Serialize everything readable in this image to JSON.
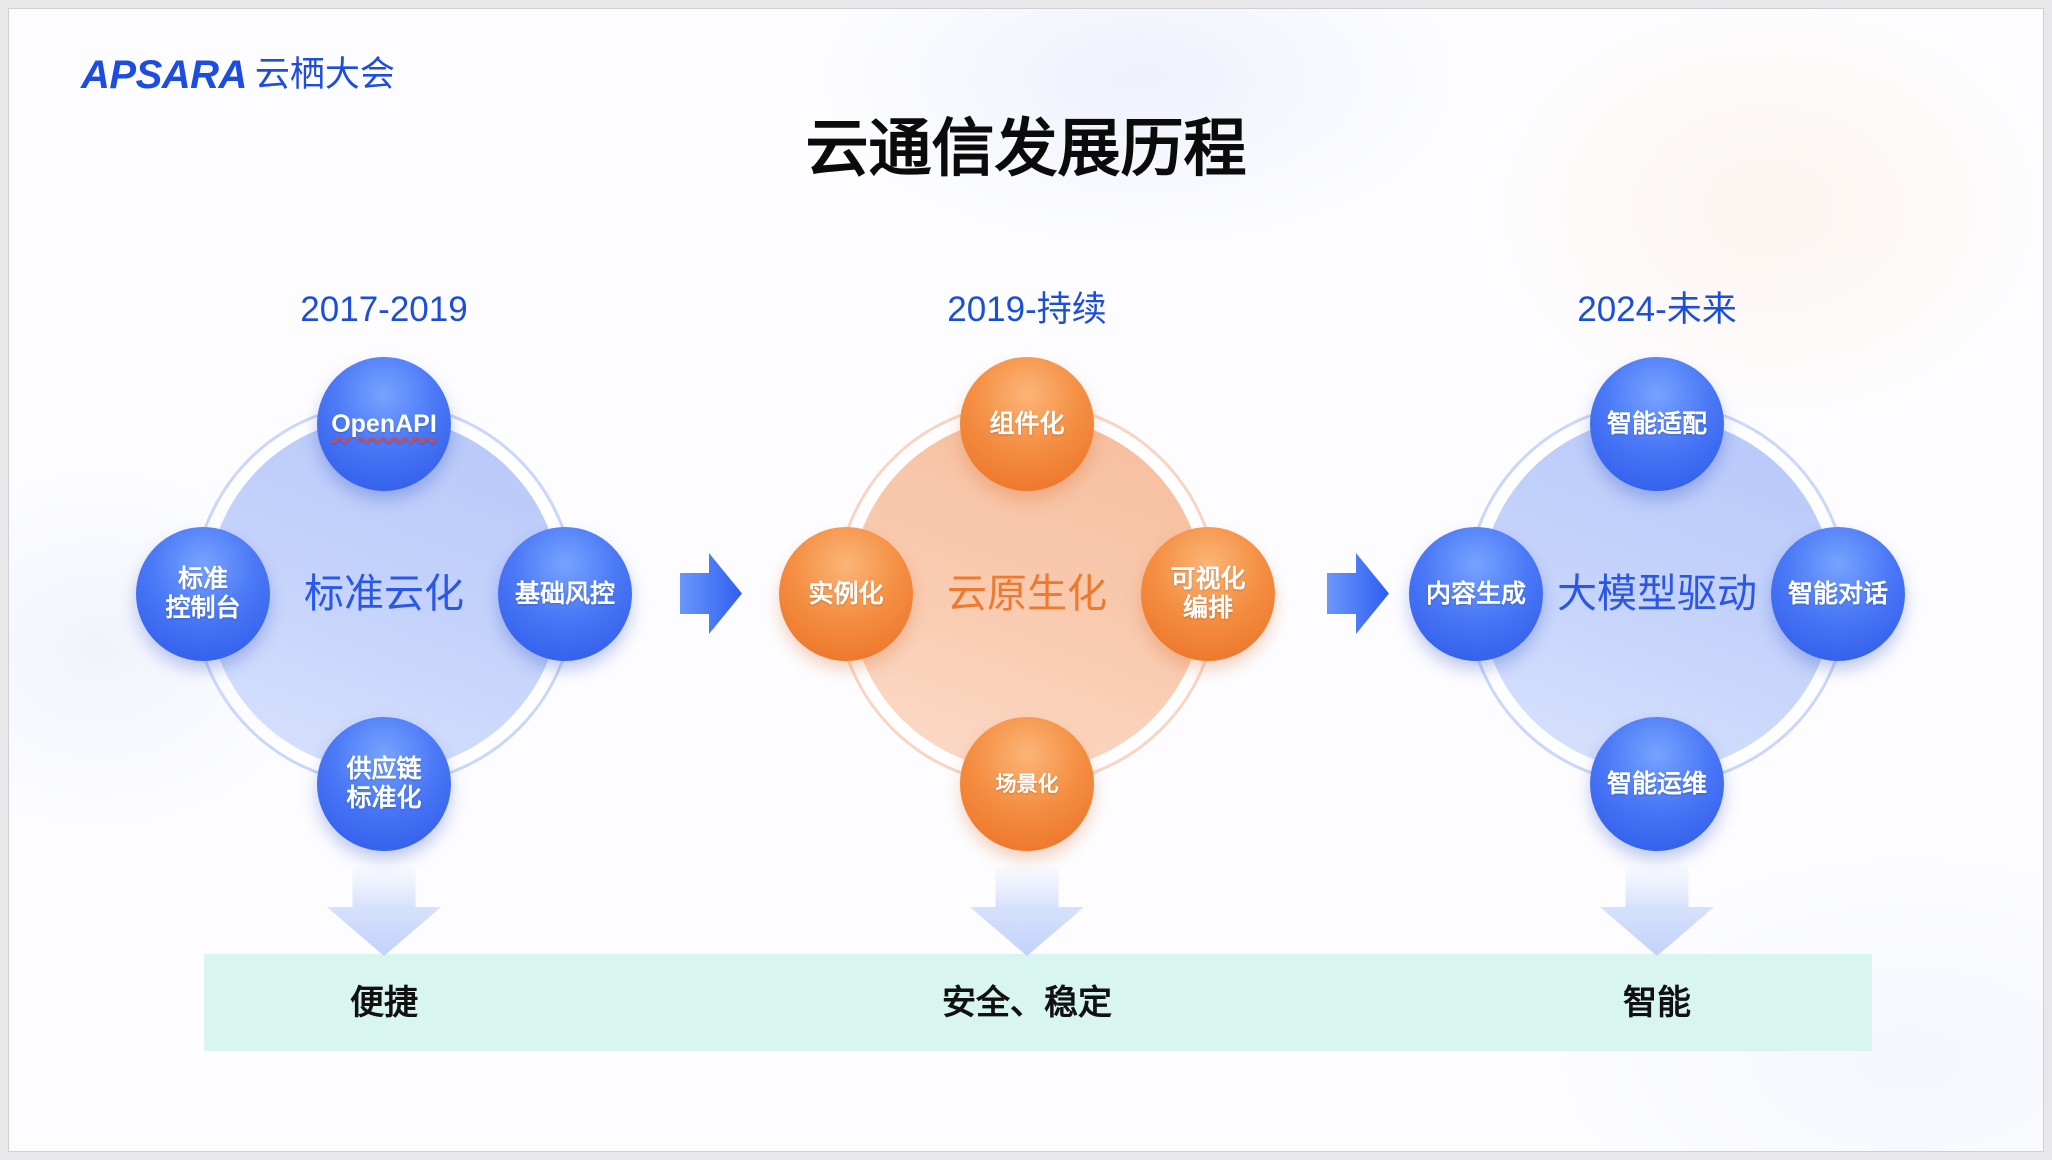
{
  "logo": {
    "brand": "APSARA",
    "event": "云栖大会"
  },
  "title": "云通信发展历程",
  "stages": [
    {
      "period": "2017-2019",
      "theme": "标准云化",
      "nodes": {
        "top": [
          "OpenAPI"
        ],
        "left": [
          "标准",
          "控制台"
        ],
        "right": [
          "基础风控"
        ],
        "bottom": [
          "供应链",
          "标准化"
        ]
      },
      "outcome": "便捷"
    },
    {
      "period": "2019-持续",
      "theme": "云原生化",
      "nodes": {
        "top": [
          "组件化"
        ],
        "left": [
          "实例化"
        ],
        "right": [
          "可视化",
          "编排"
        ],
        "bottom": [
          "场景化"
        ]
      },
      "outcome": "安全、稳定"
    },
    {
      "period": "2024-未来",
      "theme": "大模型驱动",
      "nodes": {
        "top": [
          "智能适配"
        ],
        "left": [
          "内容生成"
        ],
        "right": [
          "智能对话"
        ],
        "bottom": [
          "智能运维"
        ]
      },
      "outcome": "智能"
    }
  ],
  "colors": {
    "brand": "#1d4de0",
    "accent_blue": "#2a57e6",
    "accent_orange": "#ee7a2e",
    "outcome_band": "#d8f6ef"
  }
}
